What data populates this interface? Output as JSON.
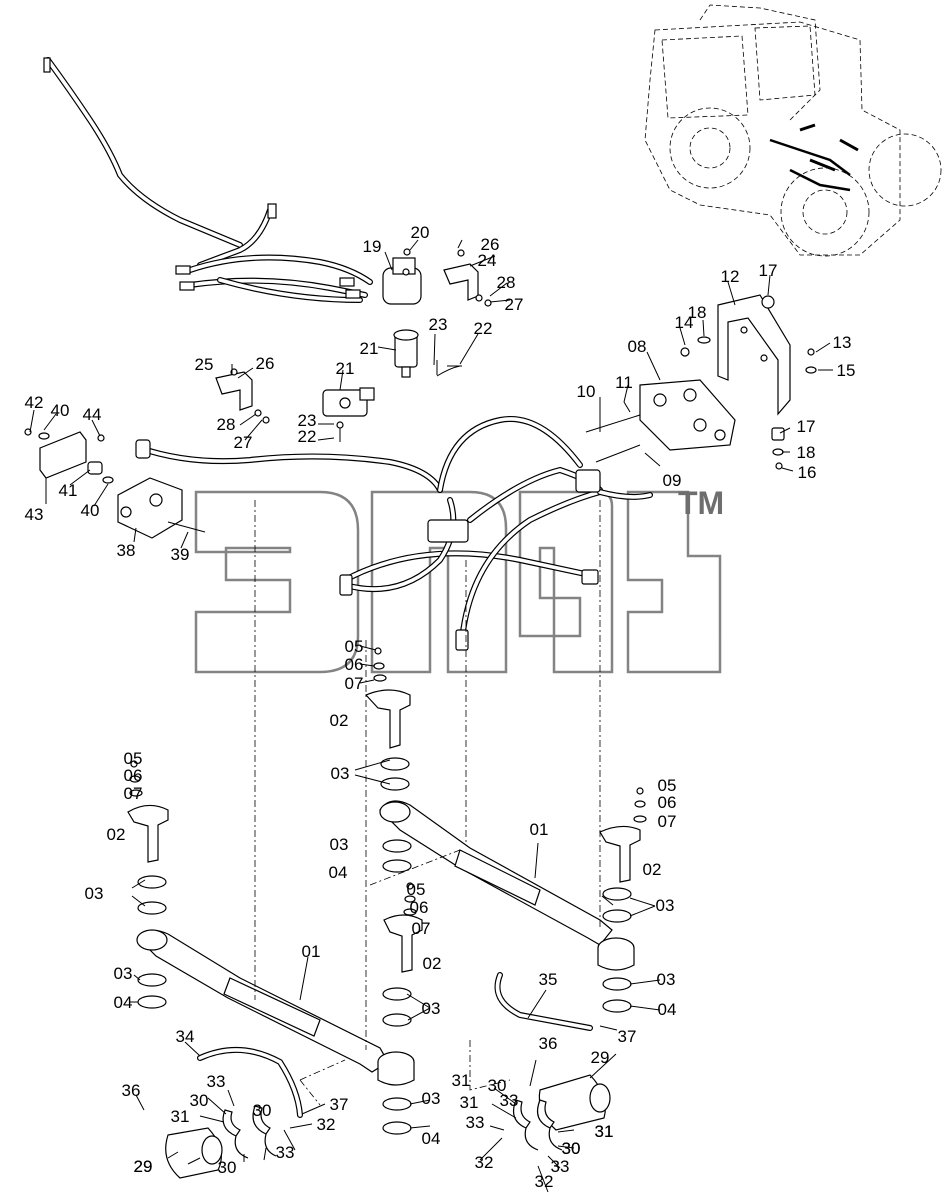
{
  "watermark": {
    "trademark": "TM"
  },
  "callouts": [
    {
      "text": "20"
    },
    {
      "text": "26"
    },
    {
      "text": "19"
    },
    {
      "text": "24"
    },
    {
      "text": "28"
    },
    {
      "text": "27"
    },
    {
      "text": "17"
    },
    {
      "text": "12"
    },
    {
      "text": "23"
    },
    {
      "text": "22"
    },
    {
      "text": "14"
    },
    {
      "text": "18"
    },
    {
      "text": "13"
    },
    {
      "text": "21"
    },
    {
      "text": "08"
    },
    {
      "text": "15"
    },
    {
      "text": "25"
    },
    {
      "text": "26"
    },
    {
      "text": "21"
    },
    {
      "text": "11"
    },
    {
      "text": "10"
    },
    {
      "text": "42"
    },
    {
      "text": "40"
    },
    {
      "text": "44"
    },
    {
      "text": "28"
    },
    {
      "text": "23"
    },
    {
      "text": "27"
    },
    {
      "text": "22"
    },
    {
      "text": "17"
    },
    {
      "text": "18"
    },
    {
      "text": "16"
    },
    {
      "text": "09"
    },
    {
      "text": "41"
    },
    {
      "text": "43"
    },
    {
      "text": "40"
    },
    {
      "text": "38"
    },
    {
      "text": "39"
    },
    {
      "text": "05"
    },
    {
      "text": "06"
    },
    {
      "text": "07"
    },
    {
      "text": "02"
    },
    {
      "text": "03"
    },
    {
      "text": "05"
    },
    {
      "text": "05"
    },
    {
      "text": "06"
    },
    {
      "text": "06"
    },
    {
      "text": "07"
    },
    {
      "text": "07"
    },
    {
      "text": "01"
    },
    {
      "text": "02"
    },
    {
      "text": "03"
    },
    {
      "text": "02"
    },
    {
      "text": "04"
    },
    {
      "text": "03"
    },
    {
      "text": "03"
    },
    {
      "text": "05"
    },
    {
      "text": "06"
    },
    {
      "text": "07"
    },
    {
      "text": "02"
    },
    {
      "text": "01"
    },
    {
      "text": "03"
    },
    {
      "text": "04"
    },
    {
      "text": "03"
    },
    {
      "text": "03"
    },
    {
      "text": "04"
    },
    {
      "text": "35"
    },
    {
      "text": "37"
    },
    {
      "text": "34"
    },
    {
      "text": "36"
    },
    {
      "text": "29"
    },
    {
      "text": "33"
    },
    {
      "text": "30"
    },
    {
      "text": "37"
    },
    {
      "text": "03"
    },
    {
      "text": "31"
    },
    {
      "text": "30"
    },
    {
      "text": "32"
    },
    {
      "text": "33"
    },
    {
      "text": "30"
    },
    {
      "text": "31"
    },
    {
      "text": "33"
    },
    {
      "text": "04"
    },
    {
      "text": "36"
    },
    {
      "text": "29"
    },
    {
      "text": "31"
    },
    {
      "text": "30"
    },
    {
      "text": "33"
    },
    {
      "text": "31"
    },
    {
      "text": "32"
    },
    {
      "text": "30"
    },
    {
      "text": "29"
    },
    {
      "text": "31"
    },
    {
      "text": "30"
    },
    {
      "text": "33"
    },
    {
      "text": "32"
    }
  ]
}
